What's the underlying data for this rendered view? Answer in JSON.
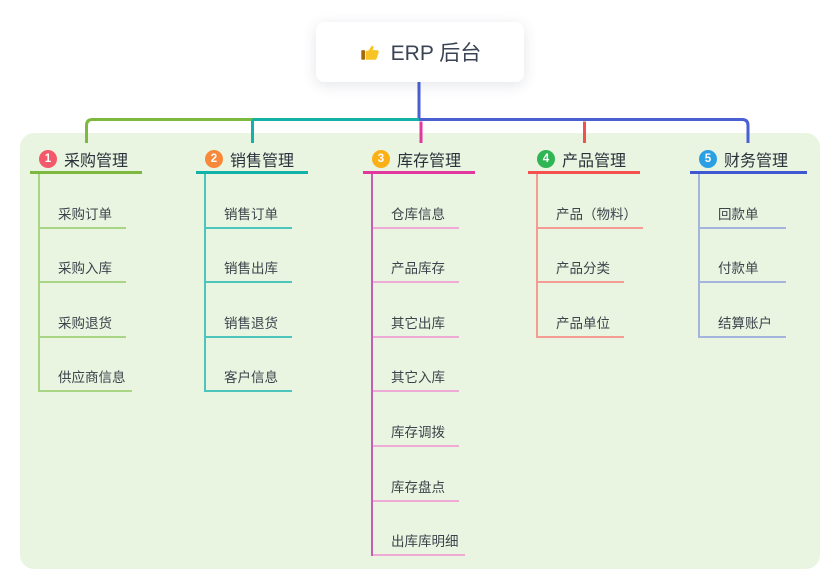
{
  "root": {
    "label": "ERP 后台",
    "icon": "thumbs-up-icon"
  },
  "colors": {
    "panel_background": "#e9f5e1",
    "root_connector": "#4a5fd2"
  },
  "branches": [
    {
      "num": "1",
      "label": "采购管理",
      "badge_color": "#f2596a",
      "line_color": "#7cb93e",
      "light_color": "#a9d685",
      "rail_color": "#a9d685",
      "children": [
        "采购订单",
        "采购入库",
        "采购退货",
        "供应商信息"
      ]
    },
    {
      "num": "2",
      "label": "销售管理",
      "badge_color": "#f8893b",
      "line_color": "#12b2a8",
      "light_color": "#4cc5bc",
      "rail_color": "#4cc5bc",
      "children": [
        "销售订单",
        "销售出库",
        "销售退货",
        "客户信息"
      ]
    },
    {
      "num": "3",
      "label": "库存管理",
      "badge_color": "#fbb017",
      "line_color": "#e0389f",
      "light_color": "#efaad6",
      "rail_color": "#c95cb5",
      "children": [
        "仓库信息",
        "产品库存",
        "其它出库",
        "其它入库",
        "库存调拨",
        "库存盘点",
        "出库库明细"
      ]
    },
    {
      "num": "4",
      "label": "产品管理",
      "badge_color": "#2fb554",
      "line_color": "#f4504f",
      "light_color": "#f49b94",
      "rail_color": "#f49b94",
      "children": [
        "产品（物料）",
        "产品分类",
        "产品单位"
      ]
    },
    {
      "num": "5",
      "label": "财务管理",
      "badge_color": "#2a9fe3",
      "line_color": "#3f57d1",
      "light_color": "#a4b4dd",
      "rail_color": "#a4b4dd",
      "children": [
        "回款单",
        "付款单",
        "结算账户"
      ]
    }
  ]
}
